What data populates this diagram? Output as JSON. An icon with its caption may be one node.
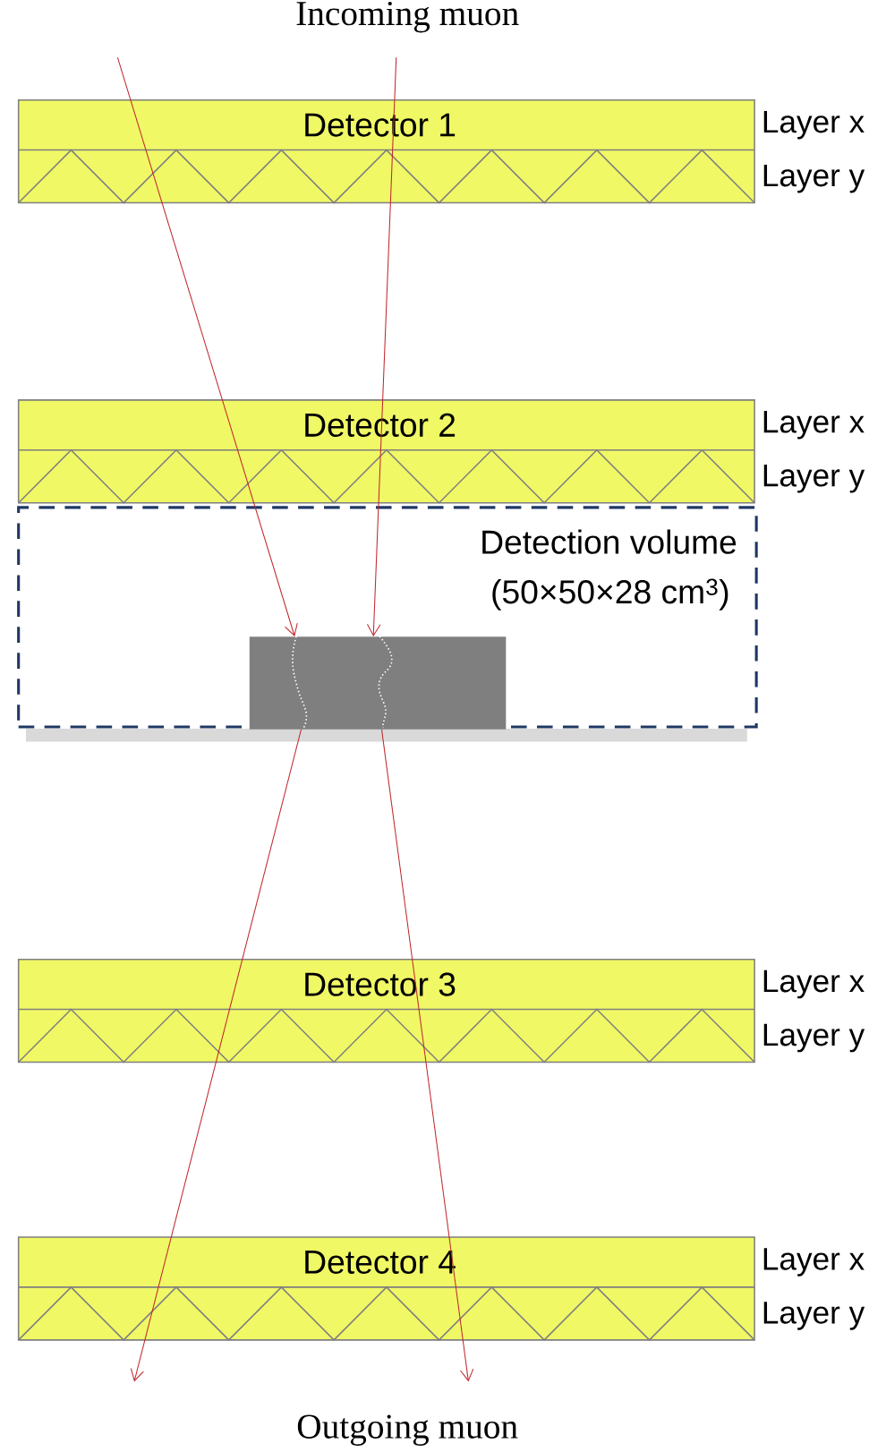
{
  "diagram": {
    "nodes": [
      {
        "text": [
          "Detector 1"
        ],
        "beside": [
          "Layer x",
          "Layer y"
        ]
      },
      {
        "text": [
          "Detector 2"
        ],
        "beside": [
          "Layer x",
          "Layer y"
        ]
      },
      {
        "text": [
          "Detection volume",
          "(50×50×28 cm$^{3}$)"
        ]
      },
      {
        "text": [],
        "shape": "box",
        "in": 2
      },
      {
        "text": [
          "Detector 3"
        ],
        "beside": [
          "Layer x",
          "Layer y"
        ]
      },
      {
        "text": [
          "Detector 4"
        ],
        "beside": [
          "Layer x",
          "Layer y"
        ]
      }
    ],
    "edges": [
      {
        "from": null,
        "to": 3,
        "arrow": "to"
      },
      {
        "from": null,
        "to": 3,
        "arrow": "to"
      },
      {
        "from": 3,
        "to": null,
        "arrow": "to"
      },
      {
        "from": 3,
        "to": null,
        "arrow": "to"
      }
    ],
    "labels": [
      "Incoming muon",
      "Outgoing muon"
    ]
  }
}
